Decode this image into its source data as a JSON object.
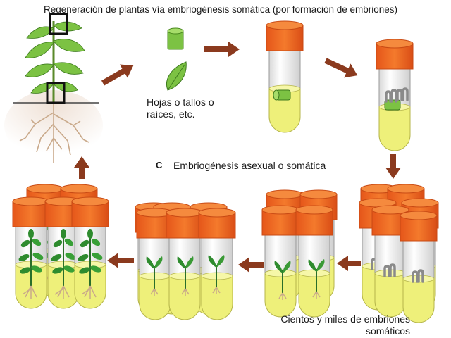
{
  "title": "Regeneración de plantas vía embriogénesis somática (por formación de embriones)",
  "captions": {
    "explant": "Hojas o tallos o raíces, etc.",
    "section_letter": "C",
    "section_title": "Embriogénesis asexual o somática",
    "embryos": "Cientos y miles de embriones somáticos"
  },
  "colors": {
    "cap": "#f26522",
    "cap_dark": "#c84a14",
    "medium": "#eef07a",
    "arrow": "#8b3a1e",
    "leaf": "#7cc243",
    "plant": "#2e8b2e"
  }
}
